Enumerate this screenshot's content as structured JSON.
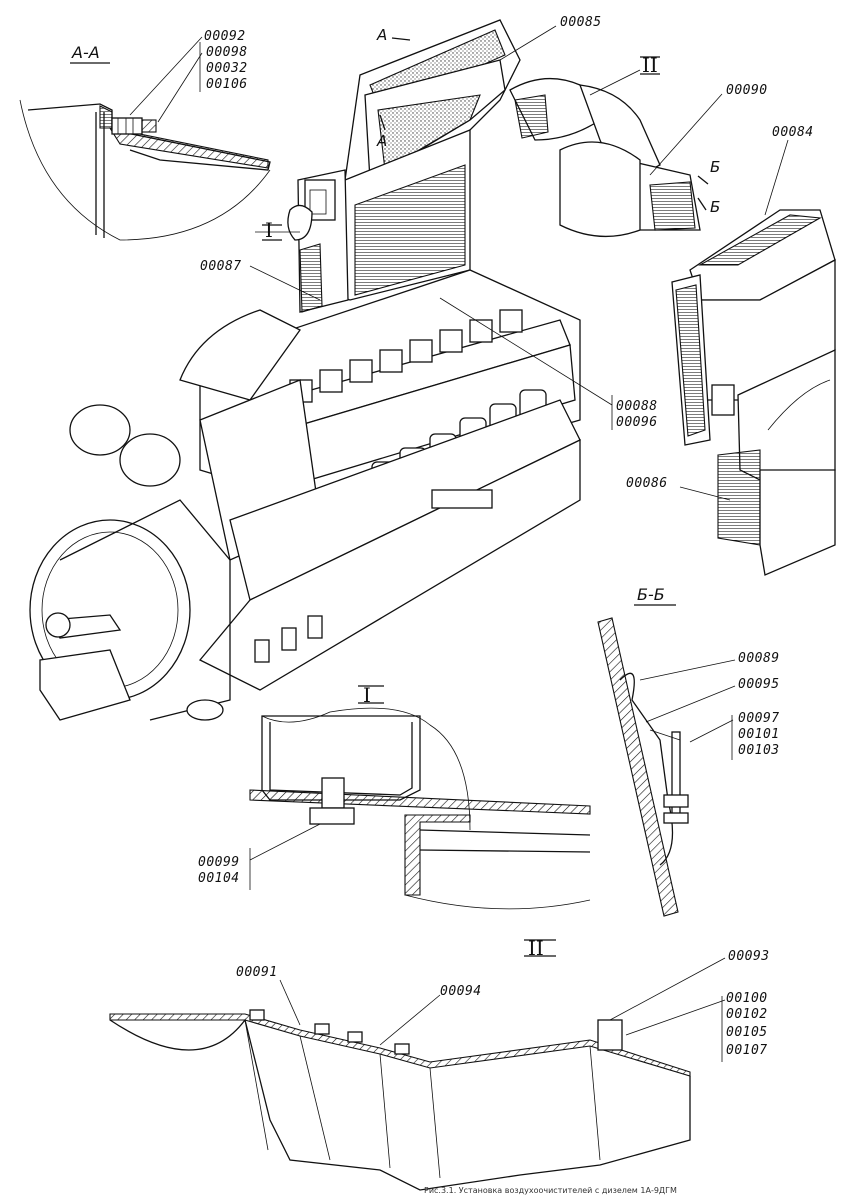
{
  "sections": {
    "aa": "А-А",
    "bb": "Б-Б",
    "detail_1": "I",
    "detail_2": "II"
  },
  "cut_markers": {
    "a": "А",
    "b": "Б",
    "view_1": "I",
    "view_2": "II"
  },
  "callouts": {
    "c00085": "00085",
    "c00090": "00090",
    "c00084": "00084",
    "c00087": "00087",
    "c00088": "00088",
    "c00096": "00096",
    "c00086": "00086",
    "aa_group": [
      "00092",
      "00098",
      "00032",
      "00106"
    ],
    "bb_group_top": [
      "00089",
      "00095"
    ],
    "bb_group": [
      "00097",
      "00101",
      "00103"
    ],
    "detail1_group": [
      "00099",
      "00104"
    ],
    "detail2_left": [
      "00091",
      "00094"
    ],
    "detail2_top": "00093",
    "detail2_group": [
      "00100",
      "00102",
      "00105",
      "00107"
    ]
  },
  "caption": "Рис.3.1. Установка воздухоочистителей с дизелем 1А-9ДГМ"
}
